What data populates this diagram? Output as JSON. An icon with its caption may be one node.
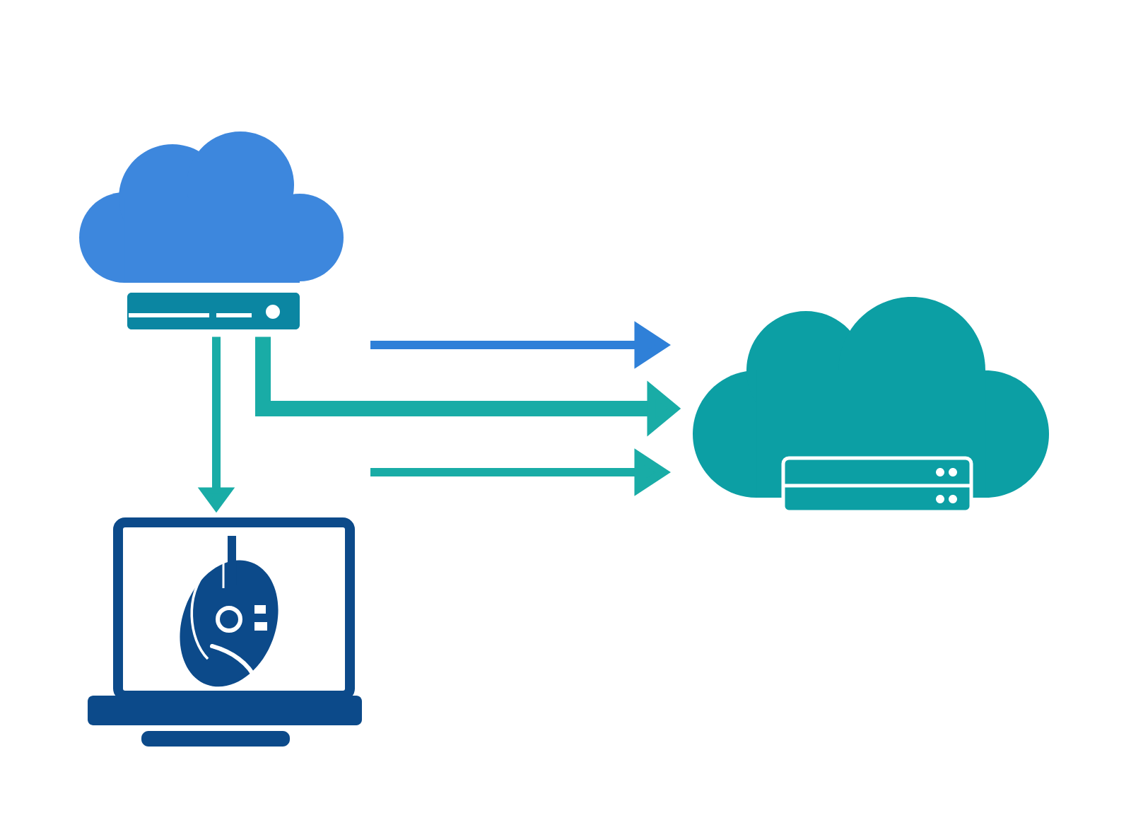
{
  "diagram": {
    "nodes": [
      {
        "text": [],
        "shape": "cloud"
      },
      {
        "text": [],
        "shape": "box"
      },
      {
        "text": [],
        "shape": "picture"
      },
      {
        "text": [],
        "shape": "cloud"
      }
    ],
    "edges": [
      {
        "from": 1,
        "to": 2,
        "arrow": "to"
      },
      {
        "from": 1,
        "to": 3,
        "arrow": "to",
        "style": "thick"
      },
      {
        "from": null,
        "to": 3,
        "arrow": "to",
        "color": "#2f80d8"
      },
      {
        "from": null,
        "to": 3,
        "arrow": "to"
      }
    ]
  }
}
